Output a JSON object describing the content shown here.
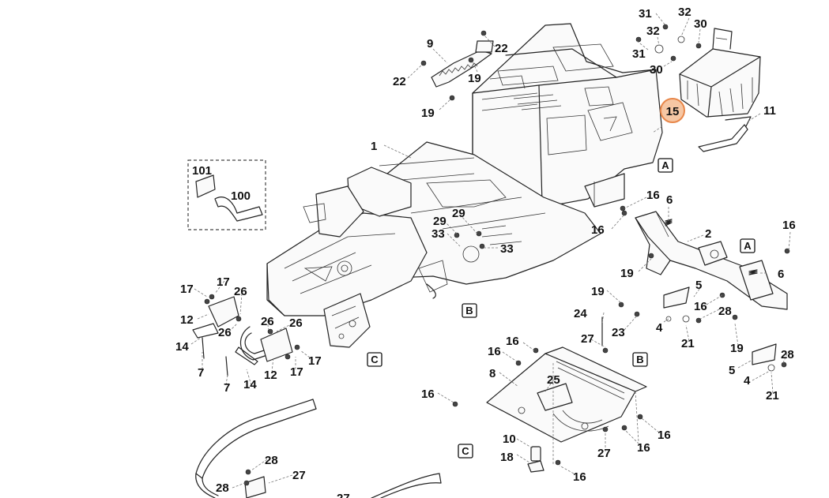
{
  "diagram": {
    "highlighted_part": "15",
    "callouts": {
      "c31a": "31",
      "c32a": "32",
      "c30a": "30",
      "c32b": "32",
      "c31b": "31",
      "c30b": "30",
      "c9": "9",
      "c22a": "22",
      "c22b": "22",
      "c19a": "19",
      "c19b": "19",
      "c15": "15",
      "c11": "11",
      "c1": "1",
      "c101": "101",
      "c100": "100",
      "c16a": "16",
      "c6a": "6",
      "c16b": "16",
      "c16c": "16",
      "c2": "2",
      "c29a": "29",
      "c29b": "29",
      "c33a": "33",
      "c33b": "33",
      "c19c": "19",
      "c6b": "6",
      "c5a": "5",
      "c16d": "16",
      "c28a": "28",
      "c17a": "17",
      "c17b": "17",
      "c26a": "26",
      "c12a": "12",
      "c26b": "26",
      "c26c": "26",
      "c14a": "14",
      "c7a": "7",
      "c26d": "26",
      "c17c": "17",
      "c17d": "17",
      "c7b": "7",
      "c14b": "14",
      "c12b": "12",
      "c19d": "19",
      "c24": "24",
      "c23": "23",
      "c4a": "4",
      "c21a": "21",
      "c19e": "19",
      "c27a": "27",
      "c16e": "16",
      "c16f": "16",
      "c8": "8",
      "c25": "25",
      "c5b": "5",
      "c28b": "28",
      "c4b": "4",
      "c21b": "21",
      "c16g": "16",
      "c16h": "16",
      "c16i": "16",
      "c27b": "27",
      "c10": "10",
      "c18": "18",
      "c16j": "16",
      "c28c": "28",
      "c28d": "28",
      "c27c": "27",
      "c27d": "27"
    },
    "reference_labels": {
      "ref_a1": "A",
      "ref_a2": "A",
      "ref_b1": "B",
      "ref_b2": "B",
      "ref_c1": "C",
      "ref_c2": "C"
    }
  }
}
